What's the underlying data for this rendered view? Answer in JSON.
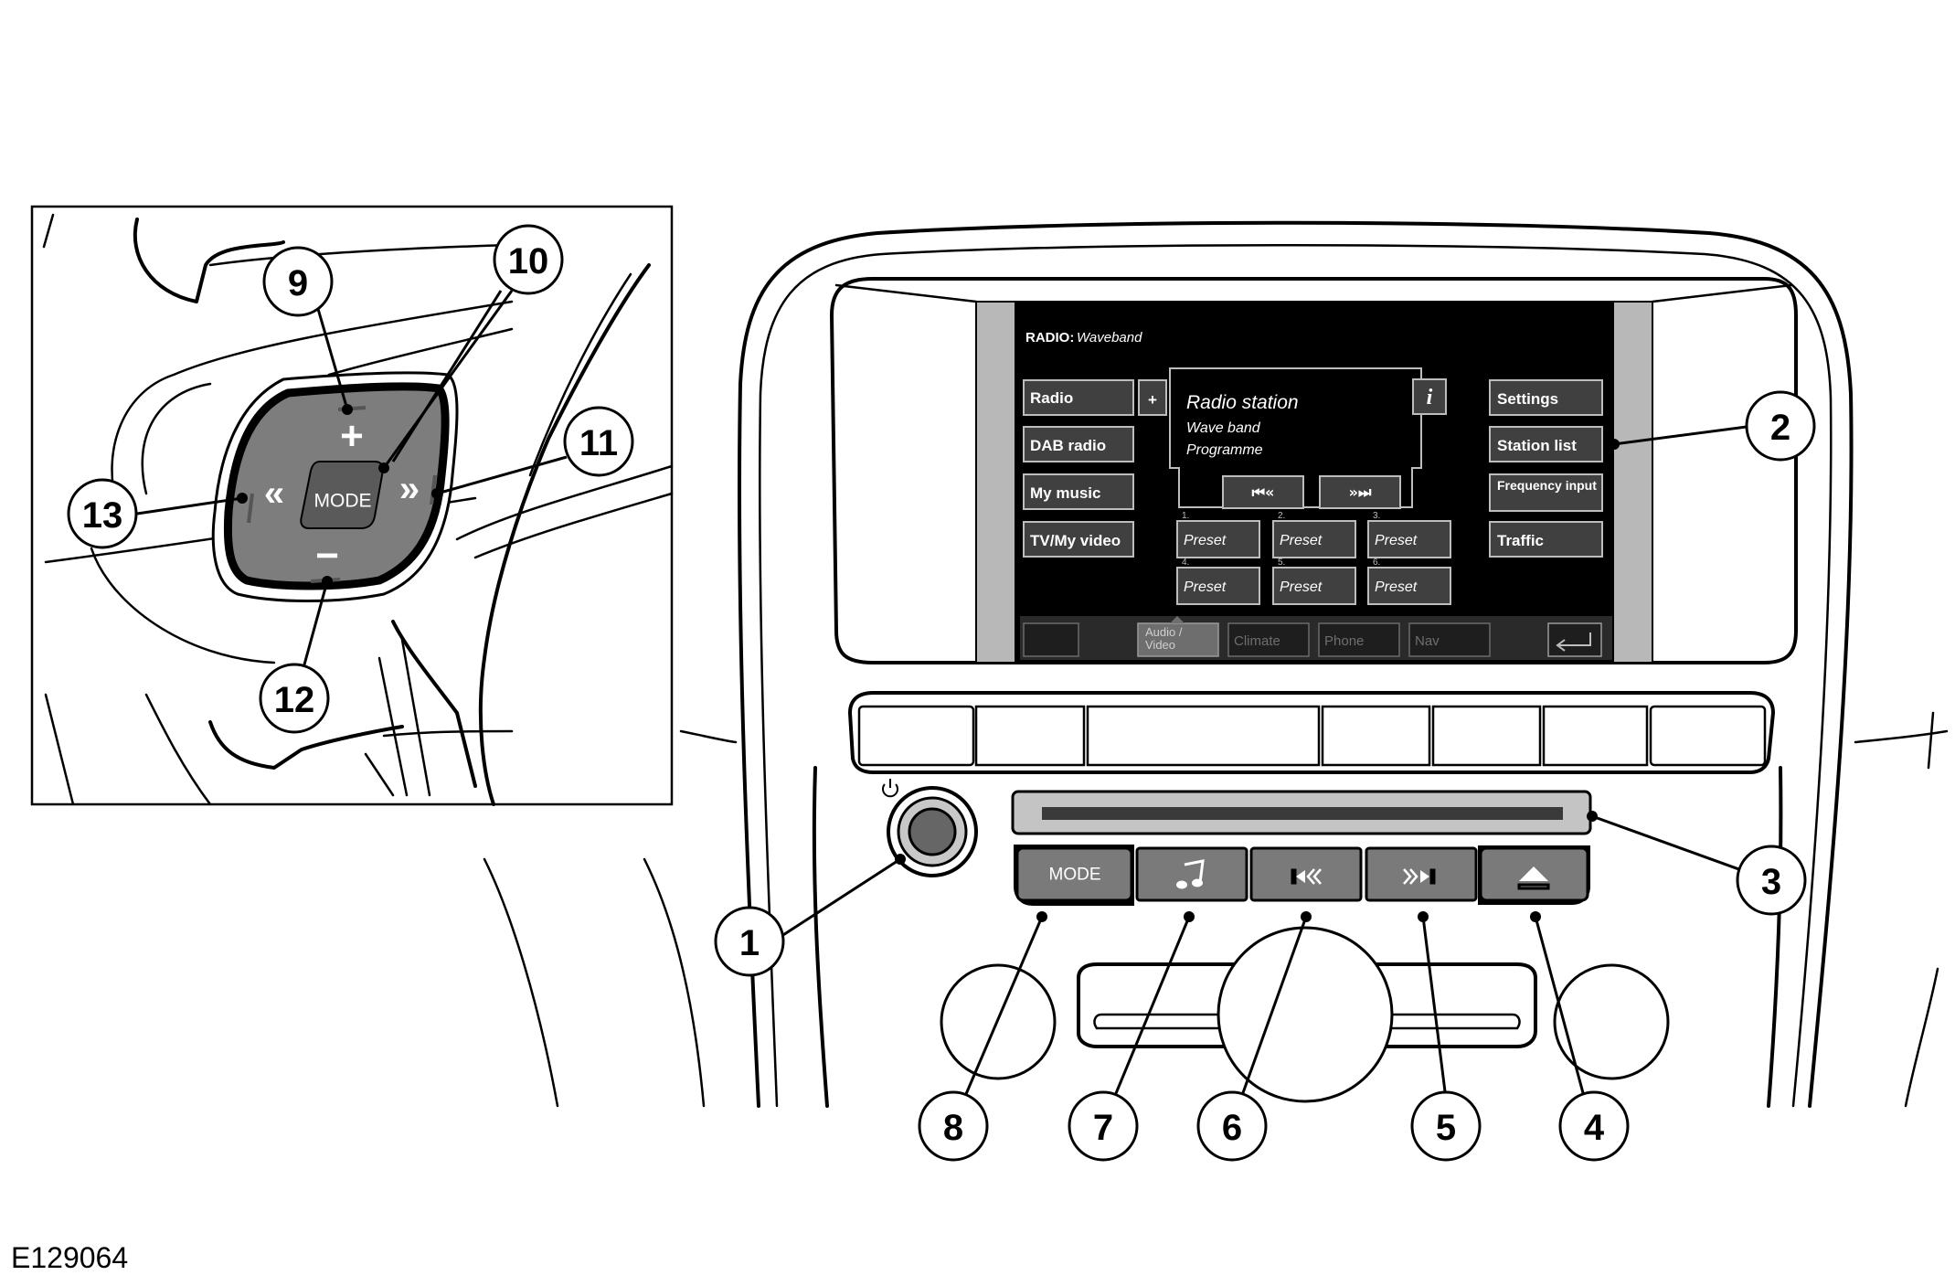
{
  "figure_code": "E129064",
  "steering_control": {
    "mode_label": "MODE",
    "plus_symbol": "+",
    "minus_symbol": "−",
    "seek_back_symbol": "«",
    "seek_forward_symbol": "»"
  },
  "screen": {
    "header_bold": "RADIO:",
    "header_italic": "Waveband",
    "left_buttons": [
      "Radio",
      "DAB radio",
      "My music",
      "TV/My video"
    ],
    "plus_button": "+",
    "info_panel": {
      "title": "Radio station",
      "line1": "Wave band",
      "line2": "Programme",
      "info_icon_glyph": "i",
      "seek_back_glyph": "⏮«",
      "seek_forward_glyph": "»⏭"
    },
    "right_buttons": [
      "Settings",
      "Station list",
      "Frequency input",
      "Traffic"
    ],
    "presets": [
      {
        "num": "1.",
        "label": "Preset"
      },
      {
        "num": "2.",
        "label": "Preset"
      },
      {
        "num": "3.",
        "label": "Preset"
      },
      {
        "num": "4.",
        "label": "Preset"
      },
      {
        "num": "5.",
        "label": "Preset"
      },
      {
        "num": "6.",
        "label": "Preset"
      }
    ],
    "tabs": [
      "Audio / Video",
      "Climate",
      "Phone",
      "Nav"
    ],
    "back_icon": "return-arrow-icon"
  },
  "console": {
    "mode_label": "MODE",
    "power_icon": "power-icon",
    "music_icon": "music-note-icon",
    "seek_back_icon": "seek-back-icon",
    "seek_forward_icon": "seek-forward-icon",
    "eject_icon": "eject-icon"
  },
  "callouts": [
    "1",
    "2",
    "3",
    "4",
    "5",
    "6",
    "7",
    "8",
    "9",
    "10",
    "11",
    "12",
    "13"
  ]
}
